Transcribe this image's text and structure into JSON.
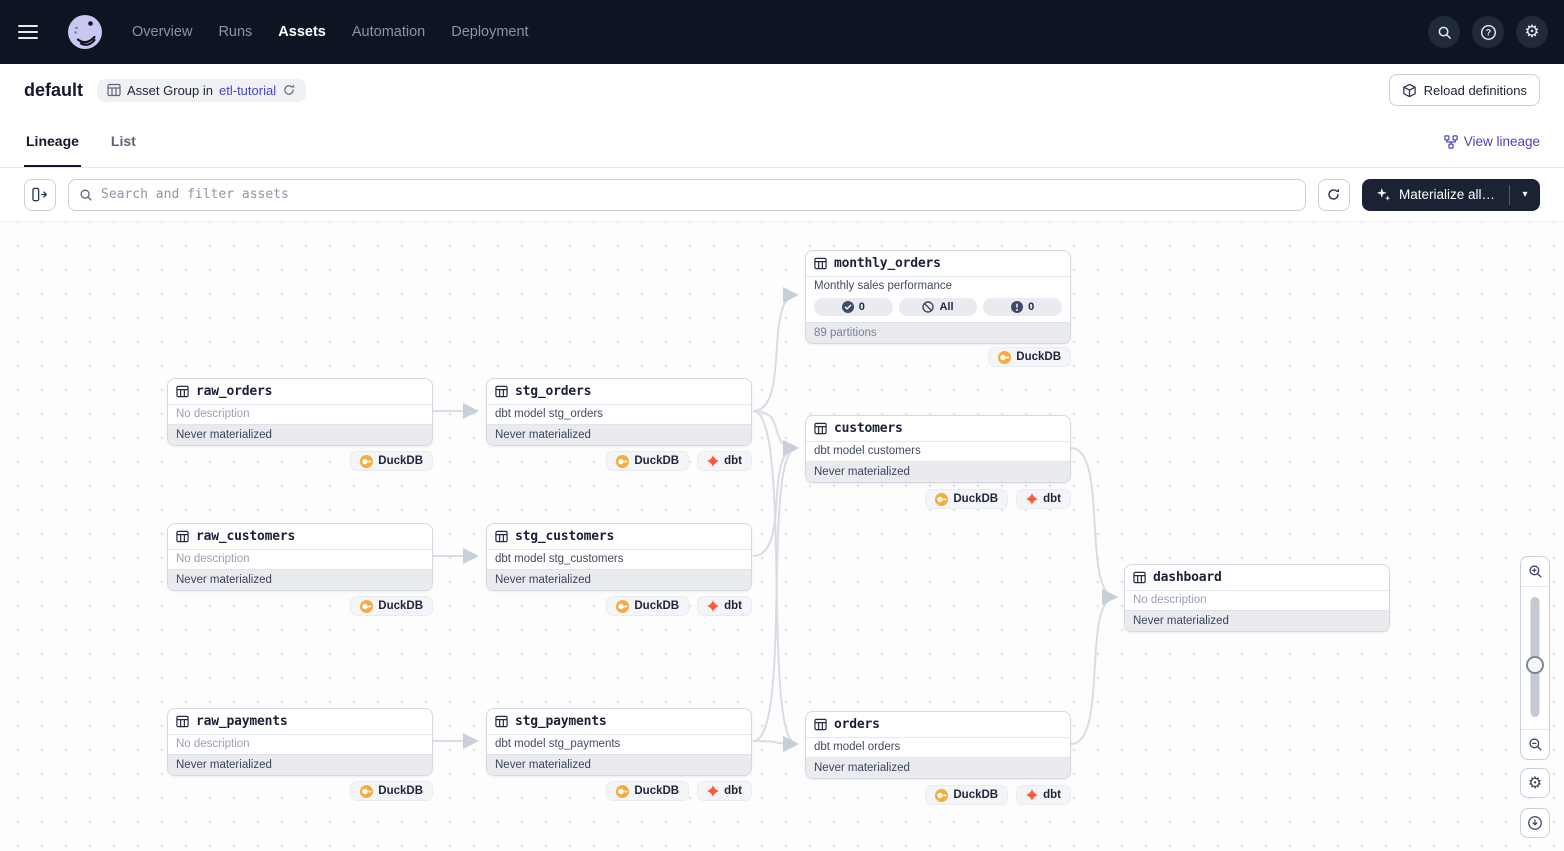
{
  "topnav": {
    "items": [
      {
        "label": "Overview",
        "active": false
      },
      {
        "label": "Runs",
        "active": false
      },
      {
        "label": "Assets",
        "active": true
      },
      {
        "label": "Automation",
        "active": false
      },
      {
        "label": "Deployment",
        "active": false
      }
    ],
    "icons": [
      "search-icon",
      "help-icon",
      "settings-icon"
    ]
  },
  "header": {
    "title": "default",
    "badge": {
      "prefix": "Asset Group in",
      "link": "etl-tutorial"
    },
    "reload_label": "Reload definitions"
  },
  "tabs": [
    {
      "label": "Lineage",
      "active": true
    },
    {
      "label": "List",
      "active": false
    }
  ],
  "view_lineage_label": "View lineage",
  "toolbar": {
    "search_placeholder": "Search and filter assets",
    "materialize_label": "Materialize all…"
  },
  "graph": {
    "nodes": [
      {
        "name": "monthly_orders",
        "description": "Monthly sales performance",
        "footer": "89 partitions",
        "pills": [
          {
            "icon": "check-circle-icon",
            "label": "0"
          },
          {
            "icon": "slash-circle-icon",
            "label": "All"
          },
          {
            "icon": "exclamation-circle-icon",
            "label": "0"
          }
        ],
        "tags": [
          "DuckDB"
        ]
      },
      {
        "name": "raw_orders",
        "description": "No description",
        "footer": "Never materialized",
        "tags": [
          "DuckDB"
        ]
      },
      {
        "name": "stg_orders",
        "description": "dbt model stg_orders",
        "footer": "Never materialized",
        "tags": [
          "DuckDB",
          "dbt"
        ]
      },
      {
        "name": "customers",
        "description": "dbt model customers",
        "footer": "Never materialized",
        "tags": [
          "DuckDB",
          "dbt"
        ]
      },
      {
        "name": "raw_customers",
        "description": "No description",
        "footer": "Never materialized",
        "tags": [
          "DuckDB"
        ]
      },
      {
        "name": "stg_customers",
        "description": "dbt model stg_customers",
        "footer": "Never materialized",
        "tags": [
          "DuckDB",
          "dbt"
        ]
      },
      {
        "name": "dashboard",
        "description": "No description",
        "footer": "Never materialized",
        "tags": []
      },
      {
        "name": "raw_payments",
        "description": "No description",
        "footer": "Never materialized",
        "tags": [
          "DuckDB"
        ]
      },
      {
        "name": "stg_payments",
        "description": "dbt model stg_payments",
        "footer": "Never materialized",
        "tags": [
          "DuckDB",
          "dbt"
        ]
      },
      {
        "name": "orders",
        "description": "dbt model orders",
        "footer": "Never materialized",
        "tags": [
          "DuckDB",
          "dbt"
        ]
      }
    ],
    "edges": [
      {
        "from": "raw_orders",
        "to": "stg_orders"
      },
      {
        "from": "raw_customers",
        "to": "stg_customers"
      },
      {
        "from": "raw_payments",
        "to": "stg_payments"
      },
      {
        "from": "stg_orders",
        "to": "monthly_orders"
      },
      {
        "from": "stg_orders",
        "to": "customers"
      },
      {
        "from": "stg_orders",
        "to": "orders"
      },
      {
        "from": "stg_customers",
        "to": "customers"
      },
      {
        "from": "stg_payments",
        "to": "customers"
      },
      {
        "from": "stg_payments",
        "to": "orders"
      },
      {
        "from": "customers",
        "to": "dashboard"
      },
      {
        "from": "orders",
        "to": "dashboard"
      }
    ]
  },
  "colors": {
    "topnav_bg": "#0D1422",
    "accent_indigo": "#4945C6",
    "duckdb_yellow": "#F5AB3D",
    "dbt_orange": "#FF5A35",
    "edge_gray": "#D8DCE4"
  }
}
